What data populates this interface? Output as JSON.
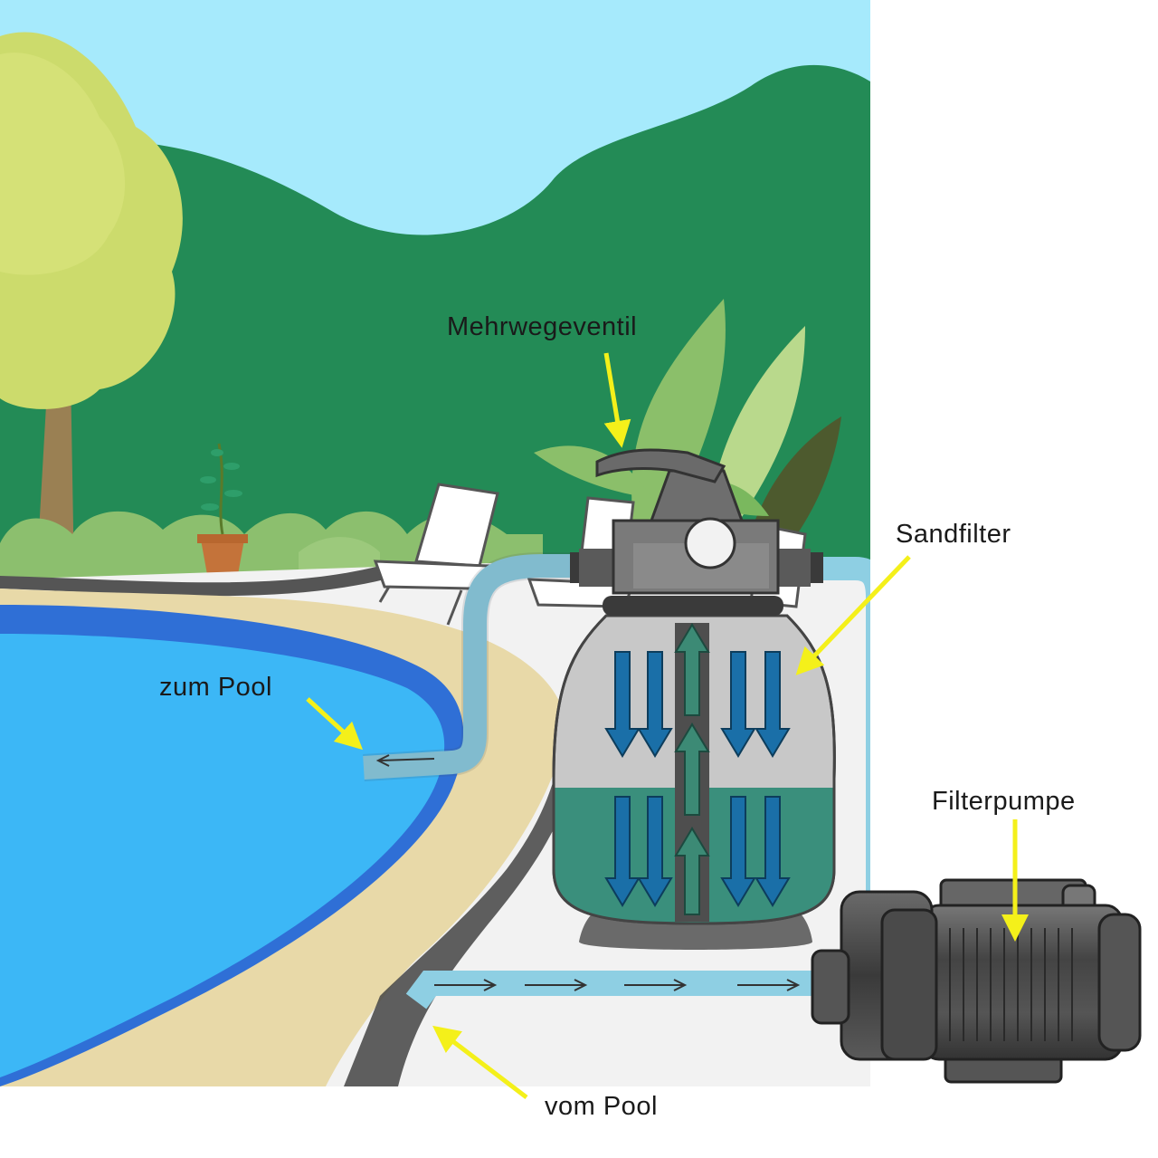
{
  "labels": {
    "multiport_valve": "Mehrwegeventil",
    "sand_filter": "Sandfilter",
    "filter_pump": "Filterpumpe",
    "to_pool": "zum Pool",
    "from_pool": "vom Pool"
  },
  "colors": {
    "sky": "#a6eafc",
    "hills": "#238b56",
    "pool_water": "#3cb7f6",
    "pool_rim": "#2f6fd6",
    "deck": "#e8d9a8",
    "pipe": "#8ecfe3",
    "filter_body": "#c8c8c8",
    "filter_sand": "#3a8f7c",
    "flow_arrow_down": "#1a6fa8",
    "flow_arrow_up": "#3c8a75",
    "pump_body": "#4a4a4a",
    "pointer_arrow": "#f4f01a"
  }
}
